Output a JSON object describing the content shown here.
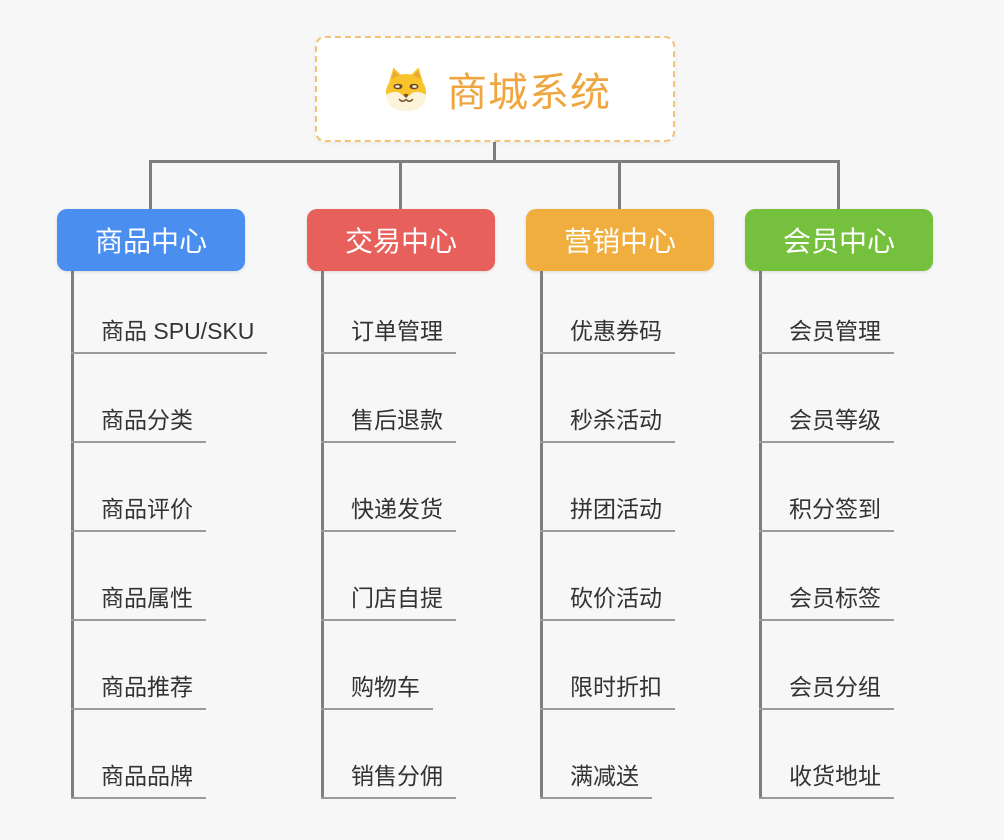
{
  "root": {
    "title": "商城系统",
    "icon": "shiba-dog-icon",
    "title_color": "#efa640",
    "border_color": "#f2c377"
  },
  "connector_color": "#7e7e7e",
  "branches": [
    {
      "label": "商品中心",
      "color": "#4a8eef",
      "children": [
        "商品 SPU/SKU",
        "商品分类",
        "商品评价",
        "商品属性",
        "商品推荐",
        "商品品牌"
      ]
    },
    {
      "label": "交易中心",
      "color": "#e7605b",
      "children": [
        "订单管理",
        "售后退款",
        "快递发货",
        "门店自提",
        "购物车",
        "销售分佣"
      ]
    },
    {
      "label": "营销中心",
      "color": "#efae3e",
      "children": [
        "优惠券码",
        "秒杀活动",
        "拼团活动",
        "砍价活动",
        "限时折扣",
        "满减送"
      ]
    },
    {
      "label": "会员中心",
      "color": "#75c13e",
      "children": [
        "会员管理",
        "会员等级",
        "积分签到",
        "会员标签",
        "会员分组",
        "收货地址"
      ]
    }
  ]
}
